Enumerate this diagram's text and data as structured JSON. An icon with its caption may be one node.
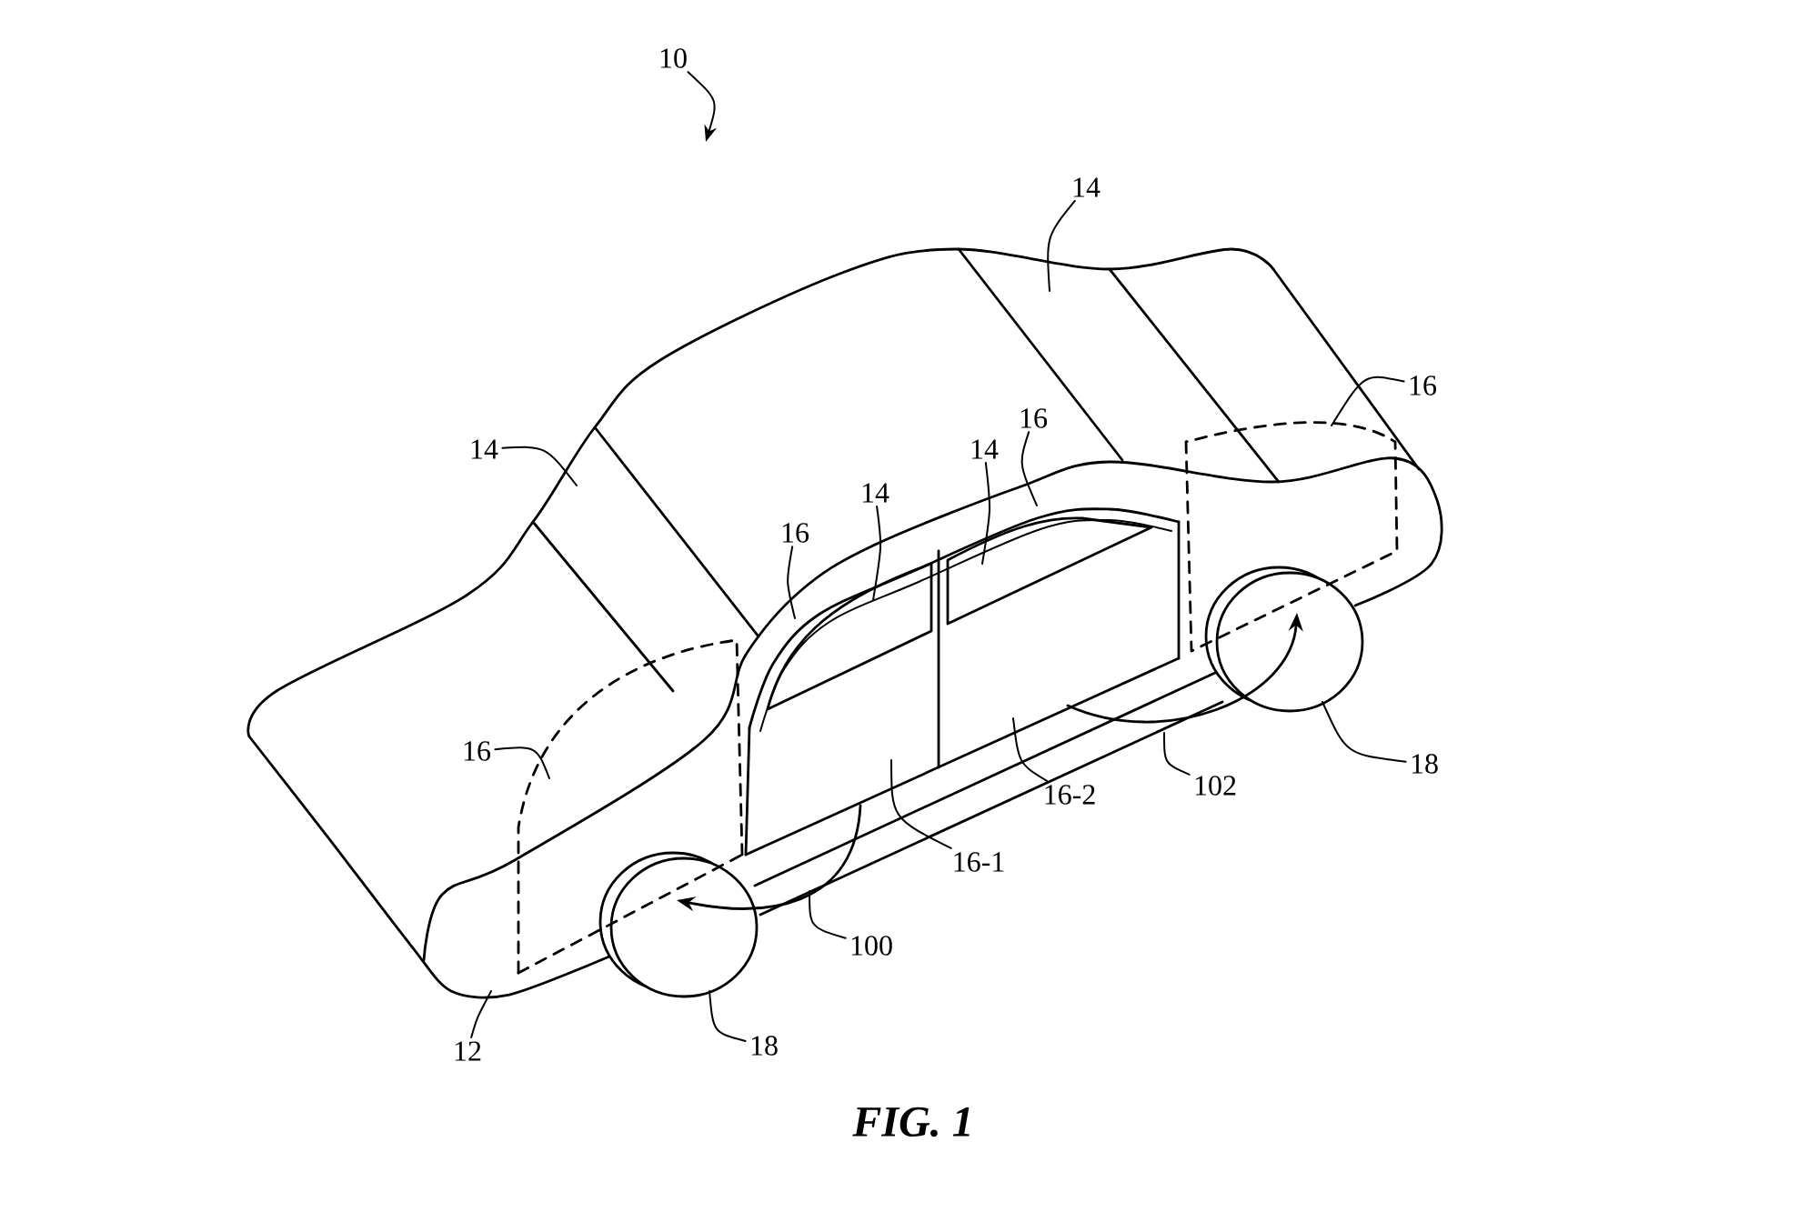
{
  "diagram": {
    "caption": "FIG. 1",
    "nodes": [
      {
        "text": [
          "10"
        ]
      },
      {
        "text": [
          "14"
        ]
      },
      {
        "text": [
          "14"
        ]
      },
      {
        "text": [
          "16"
        ]
      },
      {
        "text": [
          "16"
        ]
      },
      {
        "text": [
          "14"
        ]
      },
      {
        "text": [
          "14"
        ]
      },
      {
        "text": [
          "16"
        ]
      },
      {
        "text": [
          "16"
        ]
      },
      {
        "text": [
          "16-2"
        ]
      },
      {
        "text": [
          "102"
        ]
      },
      {
        "text": [
          "18"
        ]
      },
      {
        "text": [
          "16-1"
        ]
      },
      {
        "text": [
          "100"
        ]
      },
      {
        "text": [
          "12"
        ]
      },
      {
        "text": [
          "18"
        ]
      }
    ],
    "edges": [
      {
        "from": 0,
        "to": null,
        "arrow": "to"
      },
      {
        "from": 1,
        "to": null,
        "arrow": "none"
      },
      {
        "from": 2,
        "to": null,
        "arrow": "none"
      },
      {
        "from": 3,
        "to": null,
        "arrow": "none"
      },
      {
        "from": 4,
        "to": null,
        "arrow": "none"
      },
      {
        "from": 5,
        "to": null,
        "arrow": "none"
      },
      {
        "from": 6,
        "to": null,
        "arrow": "none"
      },
      {
        "from": 7,
        "to": null,
        "arrow": "none"
      },
      {
        "from": 8,
        "to": null,
        "arrow": "none"
      },
      {
        "from": 9,
        "to": null,
        "arrow": "none"
      },
      {
        "from": 10,
        "to": null,
        "arrow": "none"
      },
      {
        "from": 11,
        "to": null,
        "arrow": "none"
      },
      {
        "from": 12,
        "to": null,
        "arrow": "none"
      },
      {
        "from": 13,
        "to": null,
        "arrow": "none"
      },
      {
        "from": 14,
        "to": null,
        "arrow": "none"
      },
      {
        "from": 15,
        "to": null,
        "arrow": "none"
      }
    ]
  }
}
